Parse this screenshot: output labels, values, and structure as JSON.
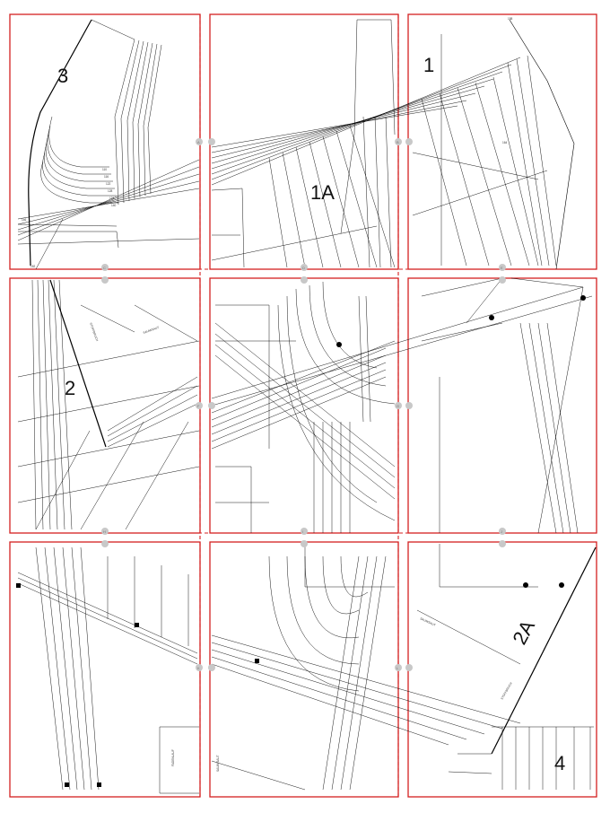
{
  "colors": {
    "frame": "#d42020",
    "line": "#000000",
    "marker": "#c8c8c8"
  },
  "piece_labels": [
    "3",
    "1A",
    "1",
    "2",
    "2A",
    "4"
  ],
  "tile_markers": {
    "a": "A",
    "b": "B",
    "c": "C",
    "d": "D",
    "e": "E",
    "f": "F",
    "g": "G",
    "h": "H",
    "i": "I",
    "j": "J",
    "k": "K",
    "l": "L"
  },
  "size_labels": [
    "110",
    "116",
    "122",
    "128",
    "134",
    "140",
    "146",
    "152",
    "158",
    "164"
  ],
  "notes": {
    "hem_label": "SAUM/SAUT",
    "fold_label": "STOFFBRUCH",
    "grain_label": "FADENLAUF"
  }
}
